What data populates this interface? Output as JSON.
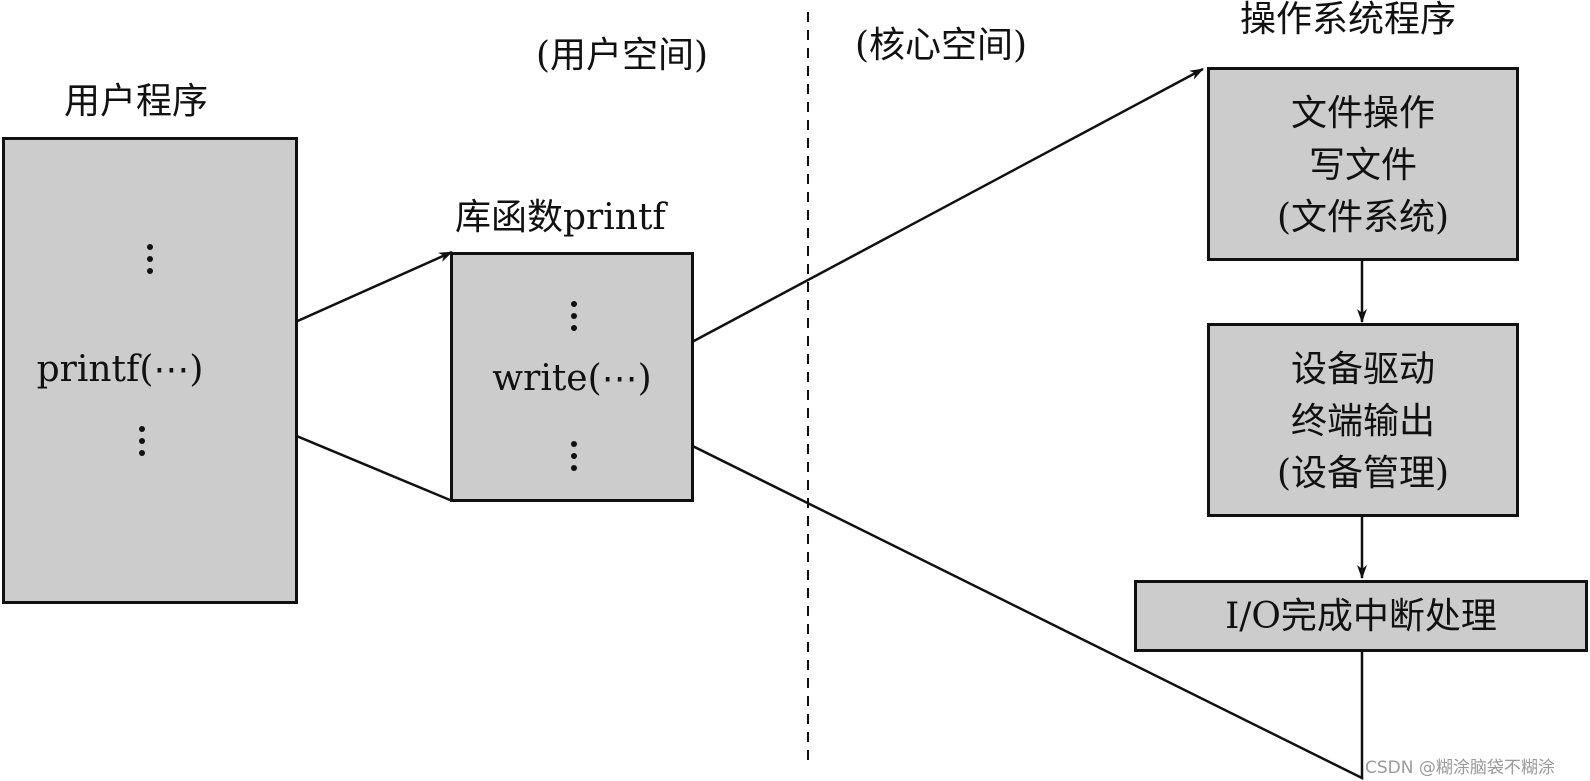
{
  "regions": {
    "user_space": "(用户空间)",
    "kernel_space": "(核心空间)"
  },
  "user_program": {
    "title": "用户程序",
    "call": "printf(⋯)"
  },
  "library": {
    "title": "库函数printf",
    "call": "write(⋯)"
  },
  "os": {
    "title": "操作系统程序",
    "file_box": [
      "文件操作",
      "写文件",
      "(文件系统)"
    ],
    "device_box": [
      "设备驱动",
      "终端输出",
      "(设备管理)"
    ],
    "interrupt_box": "I/O完成中断处理"
  },
  "watermark": "CSDN @糊涂脑袋不糊涂",
  "colors": {
    "box_fill": "#cccccc",
    "stroke": "#111111",
    "watermark": "#9a9a9a"
  }
}
